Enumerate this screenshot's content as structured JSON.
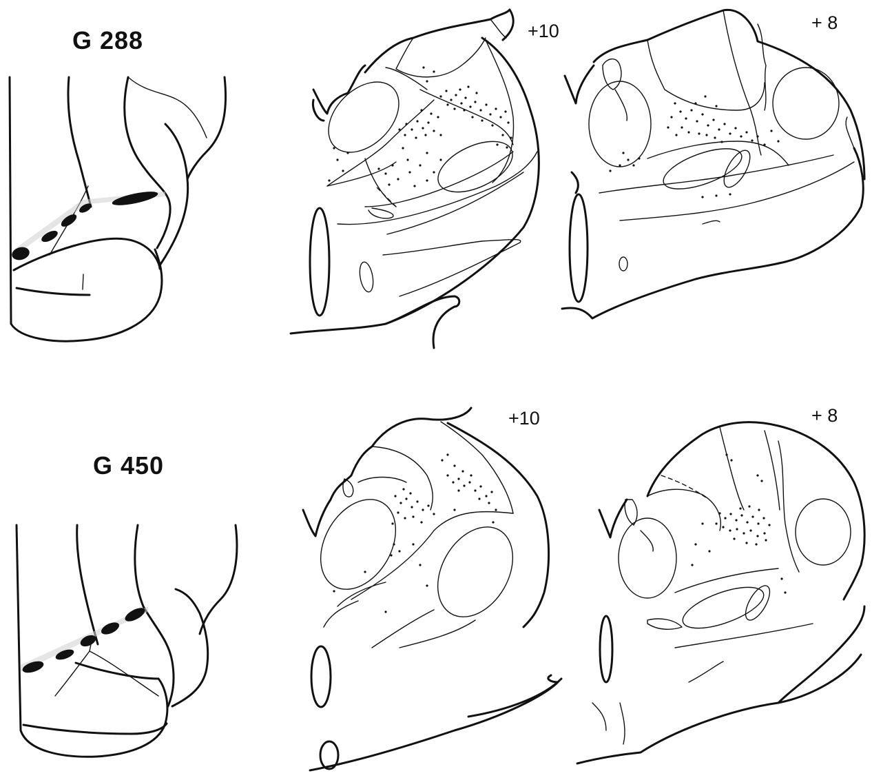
{
  "cases": [
    {
      "id": "g288",
      "label": "G 288",
      "sections": [
        {
          "level": "+10"
        },
        {
          "level": "+ 8"
        }
      ]
    },
    {
      "id": "g450",
      "label": "G 450",
      "sections": [
        {
          "level": "+10"
        },
        {
          "level": "+ 8"
        }
      ]
    }
  ],
  "colors": {
    "ink": "#111111",
    "background": "#ffffff",
    "lesion_halo": "#9a9a9a"
  }
}
